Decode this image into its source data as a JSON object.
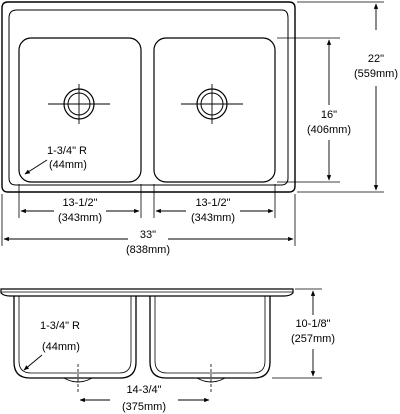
{
  "top_view": {
    "overall_height_in": "22\"",
    "overall_height_mm": "(559mm)",
    "bowl_height_in": "16\"",
    "bowl_height_mm": "(406mm)",
    "corner_radius_in": "1-3/4\" R",
    "corner_radius_mm": "(44mm)",
    "left_bowl_width_in": "13-1/2\"",
    "left_bowl_width_mm": "(343mm)",
    "right_bowl_width_in": "13-1/2\"",
    "right_bowl_width_mm": "(343mm)",
    "overall_width_in": "33\"",
    "overall_width_mm": "(838mm)"
  },
  "side_view": {
    "depth_in": "10-1/8\"",
    "depth_mm": "(257mm)",
    "corner_radius_in": "1-3/4\" R",
    "corner_radius_mm": "(44mm)",
    "drain_spacing_in": "14-3/4\"",
    "drain_spacing_mm": "(375mm)"
  }
}
